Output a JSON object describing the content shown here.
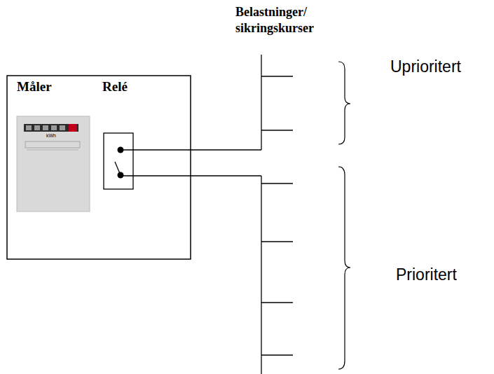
{
  "diagram": {
    "nodes": [
      {
        "text": [
          "Måler"
        ]
      },
      {
        "text": [
          "Relé"
        ]
      }
    ],
    "labels": [
      "kWh",
      "Belastninger/ sikringskurser",
      "Uprioritert",
      "Prioritert"
    ]
  }
}
